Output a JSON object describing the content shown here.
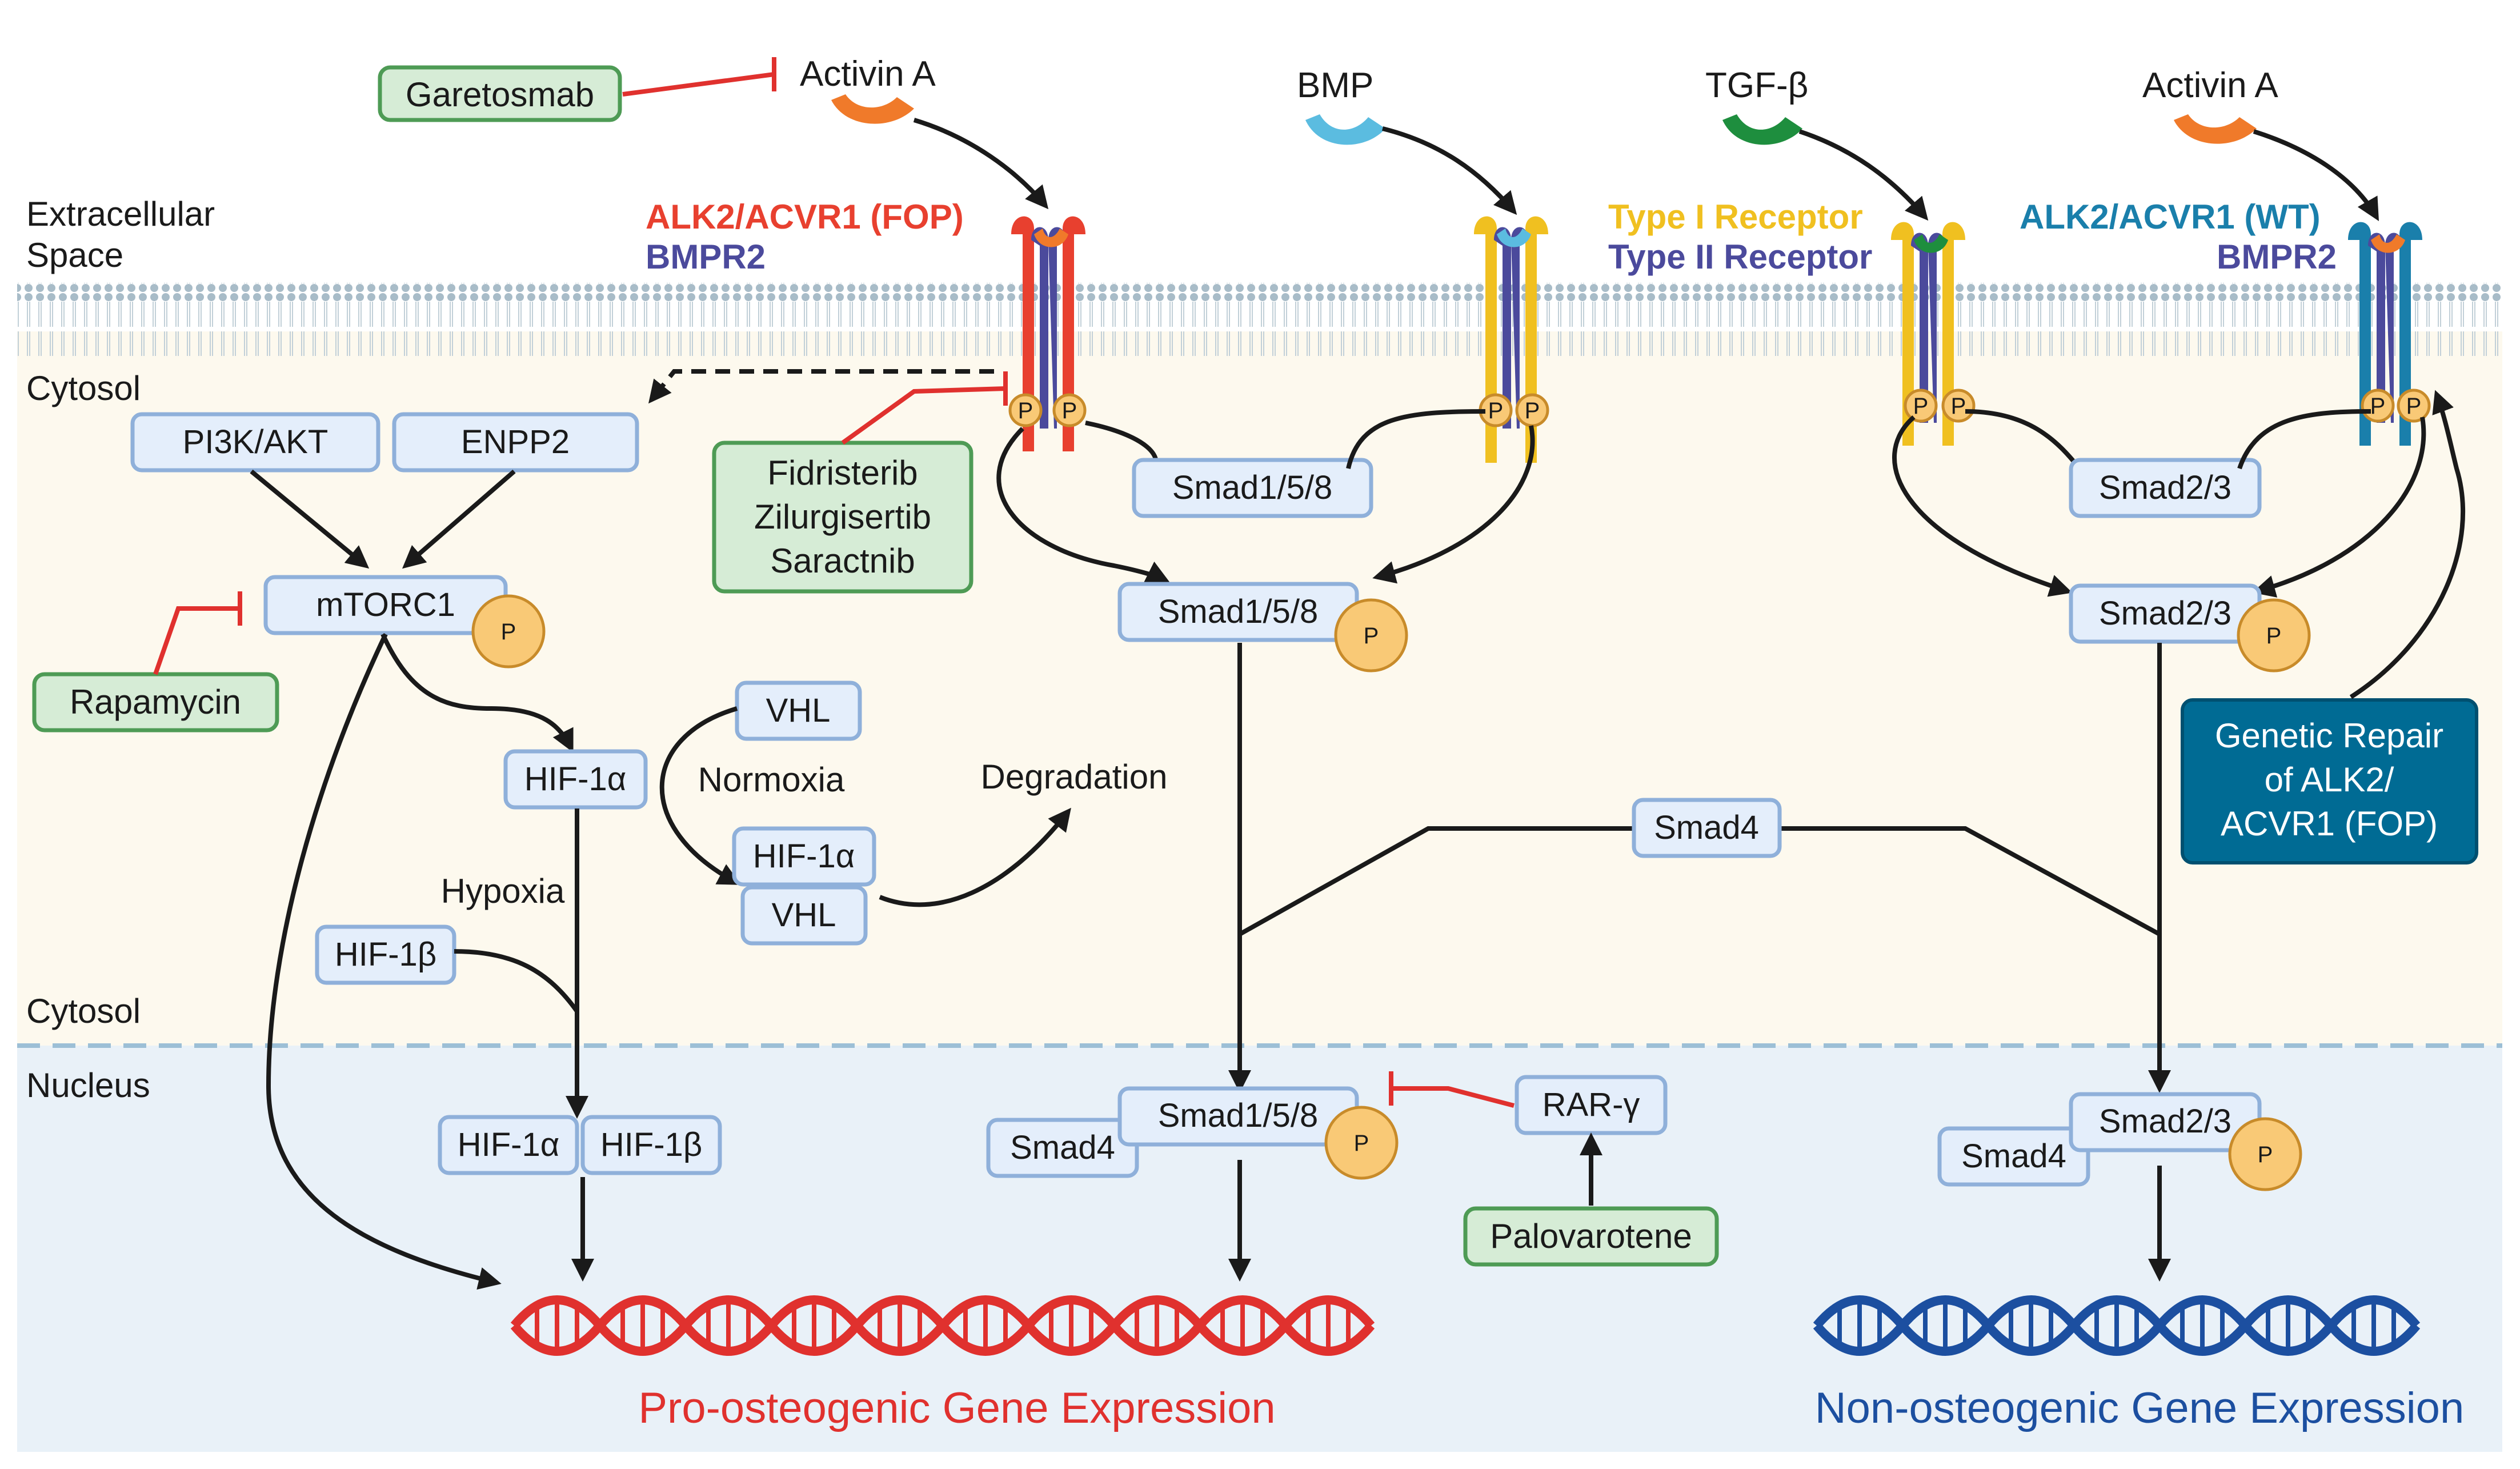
{
  "regions": {
    "extracellular": "Extracellular\nSpace",
    "cytosol_top": "Cytosol",
    "cytosol_bottom": "Cytosol",
    "nucleus": "Nucleus"
  },
  "ligands": {
    "activin_left": "Activin A",
    "bmp": "BMP",
    "tgfb": "TGF-β",
    "activin_right": "Activin A"
  },
  "receptor_labels": {
    "fop_type1": "ALK2/ACVR1 (FOP)",
    "fop_type2": "BMPR2",
    "legend_type1": "Type I Receptor",
    "legend_type2": "Type II Receptor",
    "wt_type1": "ALK2/ACVR1 (WT)",
    "wt_type2": "BMPR2"
  },
  "drugs": {
    "garetosmab": "Garetosmab",
    "kinase_inhibitors": [
      "Fidristerib",
      "Zilurgisertib",
      "Saractnib"
    ],
    "rapamycin": "Rapamycin",
    "palovarotene": "Palovarotene"
  },
  "proteins": {
    "pi3k": "PI3K/AKT",
    "enpp2": "ENPP2",
    "mtorc1": "mTORC1",
    "hif1a": "HIF-1α",
    "vhl": "VHL",
    "normoxia": "Normoxia",
    "degradation": "Degradation",
    "hif1a_vhl_a": "HIF-1α",
    "hif1a_vhl_b": "VHL",
    "hypoxia": "Hypoxia",
    "hif1b": "HIF-1β",
    "nuc_hif1a": "HIF-1α",
    "nuc_hif1b": "HIF-1β",
    "smad158_top": "Smad1/5/8",
    "smad158_phos": "Smad1/5/8",
    "smad4": "Smad4",
    "smad23_top": "Smad2/3",
    "smad23_phos": "Smad2/3",
    "nuc_smad158": "Smad1/5/8",
    "nuc_smad4_left": "Smad4",
    "rarg": "RAR-γ",
    "nuc_smad23": "Smad2/3",
    "nuc_smad4_right": "Smad4",
    "phospho": "P"
  },
  "genetic_repair": [
    "Genetic Repair",
    "of ALK2/",
    "ACVR1 (FOP)"
  ],
  "outputs": {
    "pro": "Pro-osteogenic Gene Expression",
    "non": "Non-osteogenic Gene Expression"
  },
  "colors": {
    "fop_red": "#e8402f",
    "type2_purple": "#4b4a9c",
    "type1_yellow": "#f0c020",
    "wt_blue": "#1a7fab",
    "pro_red": "#e0312e",
    "non_blue": "#1c4fa0",
    "repair_fill": "#006b94",
    "activin_orange": "#f07a2a",
    "bmp_blue": "#5bbce0",
    "tgfb_green": "#1e8e3e"
  }
}
